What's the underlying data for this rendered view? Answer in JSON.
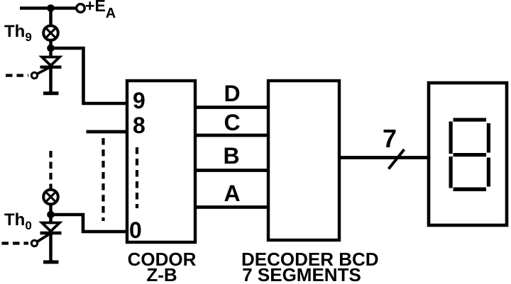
{
  "supply": {
    "plus": "+",
    "label": "E",
    "subscript": "A"
  },
  "thyristors": {
    "top": {
      "label": "Th",
      "subscript": "9"
    },
    "bottom": {
      "label": "Th",
      "subscript": "0"
    }
  },
  "encoder": {
    "pin_top": "9",
    "pin_second": "8",
    "pin_bottom": "0",
    "caption_line1": "CODOR",
    "caption_line2": "Z-B"
  },
  "decoder": {
    "pins": [
      "D",
      "C",
      "B",
      "A"
    ],
    "caption_line1": "DECODER BCD",
    "caption_line2": "7 SEGMENTS"
  },
  "bus": {
    "width_label": "7"
  },
  "display": {
    "digit": "8",
    "segments_on": 7
  },
  "colors": {
    "ink": "#000000",
    "paper": "#ffffff"
  }
}
